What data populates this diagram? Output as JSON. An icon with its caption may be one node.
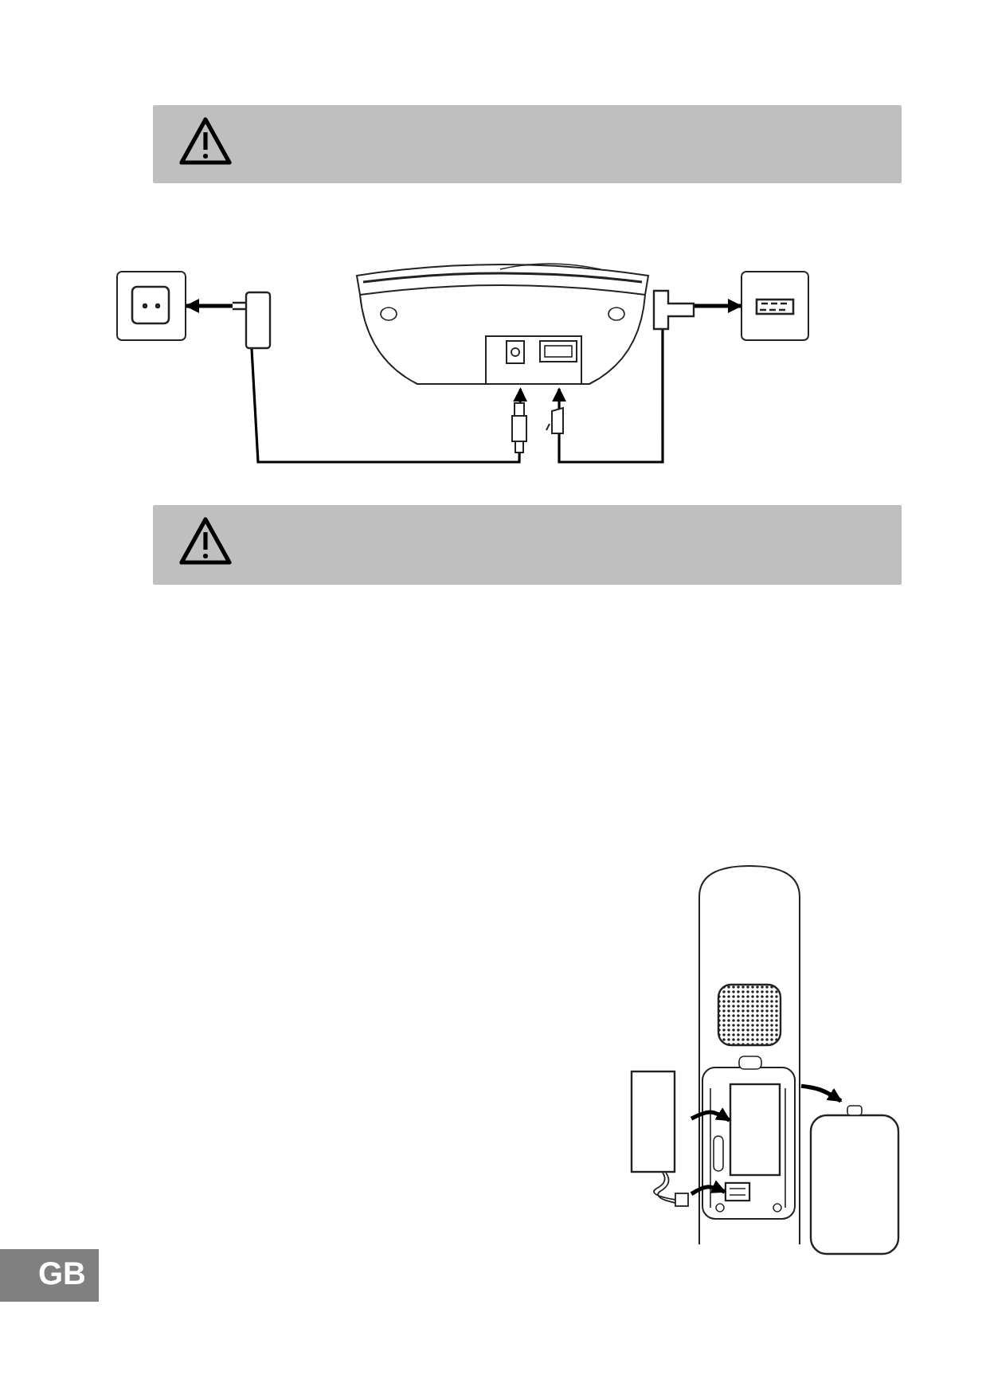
{
  "diagram": {
    "nodes": [
      {
        "text": [],
        "shape": "picture"
      },
      {
        "text": [],
        "shape": "box"
      },
      {
        "text": [],
        "shape": "picture"
      },
      {
        "text": [],
        "shape": "picture"
      },
      {
        "text": [],
        "shape": "picture"
      },
      {
        "text": [],
        "shape": "box"
      },
      {
        "text": [],
        "shape": "picture"
      },
      {
        "text": [],
        "shape": "box",
        "in": 6
      },
      {
        "text": [],
        "shape": "box",
        "in": 6
      },
      {
        "text": [],
        "shape": "box"
      }
    ],
    "edges": [
      {
        "from": 1,
        "to": 0,
        "arrow": "to"
      },
      {
        "from": 3,
        "to": 4,
        "arrow": "to"
      },
      {
        "from": 1,
        "to": 2,
        "arrow": "to"
      },
      {
        "from": 3,
        "to": 2,
        "arrow": "to"
      },
      {
        "from": 5,
        "to": 7,
        "arrow": "to"
      },
      {
        "from": 5,
        "to": 8,
        "arrow": "to"
      },
      {
        "from": 6,
        "to": 9,
        "arrow": "to"
      }
    ],
    "labels": [
      "GB"
    ]
  }
}
